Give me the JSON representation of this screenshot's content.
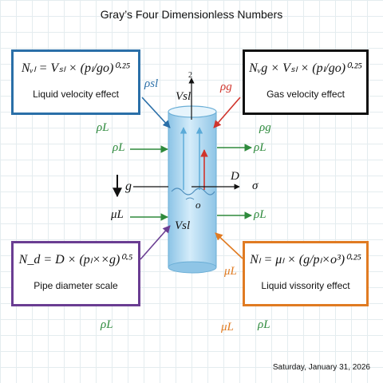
{
  "title": "Gray’s Four Dimensionless Numbers",
  "boxes": {
    "top_left": {
      "equation": "Nᵥₗ = Vₛₗ × (pₗ/go)⁰·²⁵",
      "caption": "Liquid velocity effect"
    },
    "top_right": {
      "equation": "Nᵥg × Vₛₗ × (pₗ/go)⁰·²⁵",
      "caption": "Gas velocity effect"
    },
    "bottom_left": {
      "equation": "N_d = D × (pₗ××g)⁰·⁵",
      "caption": "Pipe diameter scale"
    },
    "bottom_right": {
      "equation": "Nₗ = μₗ × (g/pₗ×o³)⁰·²⁵",
      "caption": "Liquid vissority effect"
    }
  },
  "labels": {
    "rho_sl": "ρsl",
    "rho_g_top": "ρg",
    "rho_L_1": "ρL",
    "rho_L_2": "ρL",
    "rho_g_right": "ρg",
    "rho_L_right1": "ρL",
    "g": "g",
    "D": "D",
    "sigma": "σ",
    "mu_L_left": "μL",
    "rho_L_right2": "ρL",
    "V_sl_top": "Vsl",
    "V_sl_mid": "Vsl",
    "o": "o",
    "axis_2": "2",
    "mu_L_br": "μL",
    "rho_L_bottom1": "ρL",
    "mu_L_bottom": "μL",
    "rho_L_bottom2": "ρL"
  },
  "date": "Saturday, January 31, 2026",
  "colors": {
    "blue": "#2a6fa8",
    "green": "#2e8a3c",
    "red": "#d0342c",
    "orange": "#e07b22",
    "purple": "#6a3d92",
    "pipe": "#a9d3ee"
  }
}
